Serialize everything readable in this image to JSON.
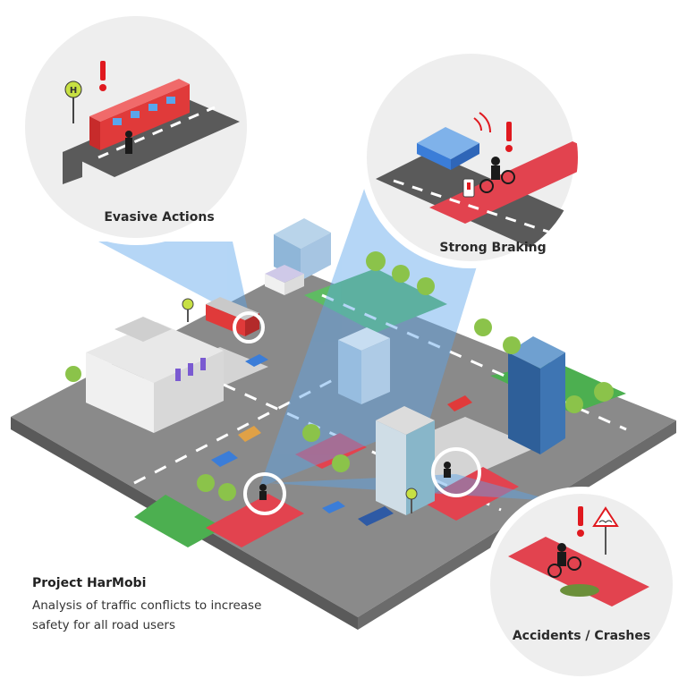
{
  "circles": {
    "evasive": {
      "label": "Evasive Actions"
    },
    "braking": {
      "label": "Strong Braking"
    },
    "accidents": {
      "label": "Accidents / Crashes"
    }
  },
  "signs": {
    "bus_stop": "H"
  },
  "project": {
    "title": "Project HarMobi",
    "line1": "Analysis of traffic conflicts to increase",
    "line2": "safety for all road users"
  },
  "colors": {
    "road": "#8a8a8a",
    "bike_lane": "#e2434f",
    "sidewalk": "#d9d9d9",
    "grass": "#4caf50",
    "bus": "#e03a3a",
    "car_blue": "#3b7dd8",
    "highlight": "#5aa5ec",
    "circle_bg": "#eeeeee",
    "alert": "#e0191f"
  }
}
